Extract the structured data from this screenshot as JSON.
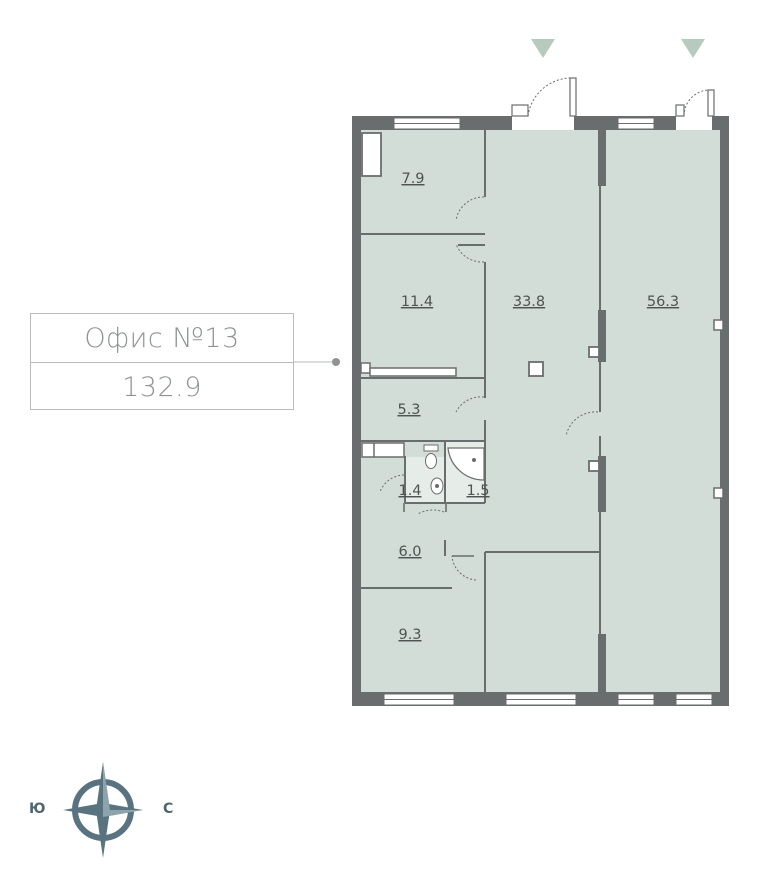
{
  "office": {
    "name": "Офис №13",
    "total_area": "132.9"
  },
  "rooms": [
    {
      "id": "r1",
      "area": "7.9"
    },
    {
      "id": "r2",
      "area": "11.4"
    },
    {
      "id": "r3",
      "area": "33.8"
    },
    {
      "id": "r4",
      "area": "56.3"
    },
    {
      "id": "r5",
      "area": "5.3"
    },
    {
      "id": "r6",
      "area": "1.4"
    },
    {
      "id": "r7",
      "area": "1.5"
    },
    {
      "id": "r8",
      "area": "6.0"
    },
    {
      "id": "r9",
      "area": "9.3"
    }
  ],
  "compass": {
    "left": "Ю",
    "right": "С"
  },
  "colors": {
    "floor": "#d3ddd7",
    "wall": "#6a6d6d",
    "accent": "#b6cbbd",
    "compass": "#5a7380"
  }
}
